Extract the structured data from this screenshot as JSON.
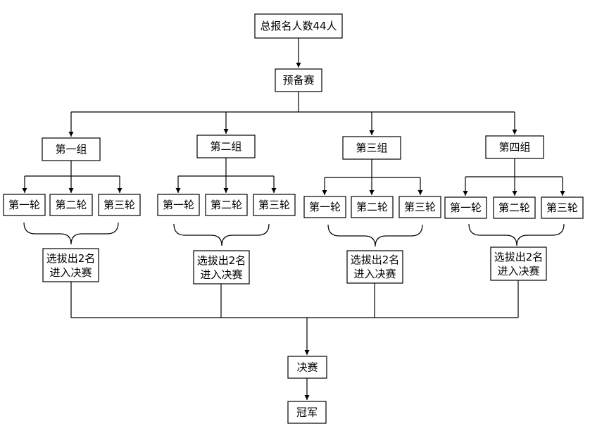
{
  "top": "总报名人数44人",
  "prelim": "预备赛",
  "groups": [
    {
      "name": "第一组",
      "rounds": [
        "第一轮",
        "第二轮",
        "第三轮"
      ],
      "result": [
        "选拔出2名",
        "进入决赛"
      ]
    },
    {
      "name": "第二组",
      "rounds": [
        "第一轮",
        "第二轮",
        "第三轮"
      ],
      "result": [
        "选拔出2名",
        "进入决赛"
      ]
    },
    {
      "name": "第三组",
      "rounds": [
        "第一轮",
        "第二轮",
        "第三轮"
      ],
      "result": [
        "选拔出2名",
        "进入决赛"
      ]
    },
    {
      "name": "第四组",
      "rounds": [
        "第一轮",
        "第二轮",
        "第三轮"
      ],
      "result": [
        "选拔出2名",
        "进入决赛"
      ]
    }
  ],
  "final": "决赛",
  "champion": "冠军"
}
